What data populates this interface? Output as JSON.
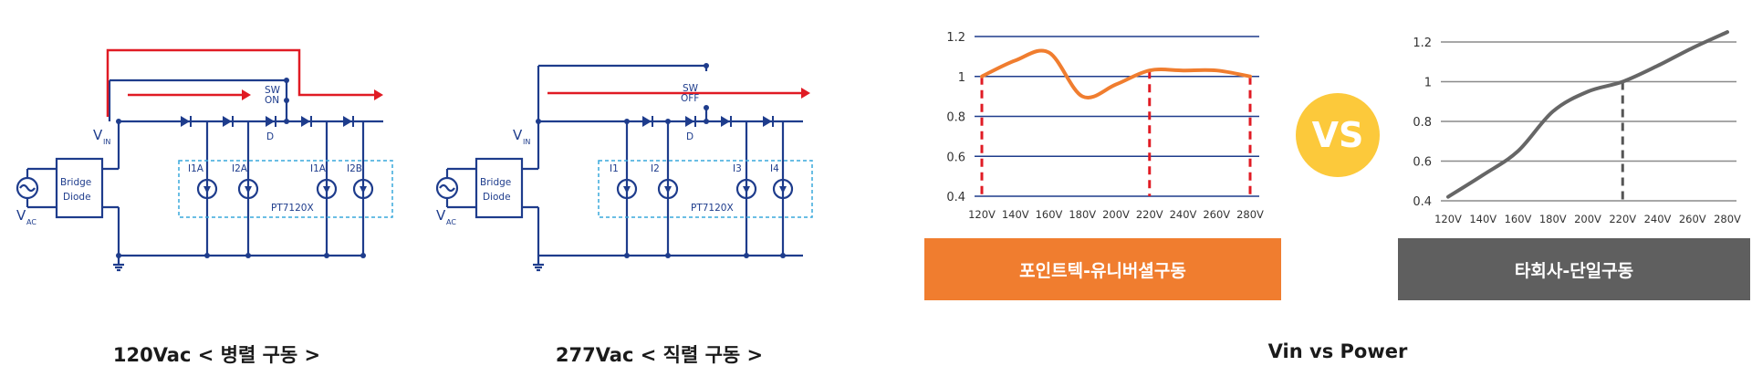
{
  "circuits": [
    {
      "caption": "120Vac < 병렬 구동 >",
      "vin": "V",
      "vin_sub": "IN",
      "vac": "V",
      "vac_sub": "AC",
      "bridge_line1": "Bridge",
      "bridge_line2": "Diode",
      "switch_label_1": "SW",
      "switch_label_2": "ON",
      "diode_label": "D",
      "chip": "PT7120X",
      "sources": [
        "I1A",
        "I2A",
        "I1A",
        "I2B"
      ]
    },
    {
      "caption": "277Vac < 직렬 구동 >",
      "vin": "V",
      "vin_sub": "IN",
      "vac": "V",
      "vac_sub": "AC",
      "bridge_line1": "Bridge",
      "bridge_line2": "Diode",
      "switch_label_1": "SW",
      "switch_label_2": "OFF",
      "diode_label": "D",
      "chip": "PT7120X",
      "sources": [
        "I1",
        "I2",
        "I3",
        "I4"
      ]
    }
  ],
  "comparison": {
    "caption": "Vin vs Power",
    "vs_text": "VS",
    "colors": {
      "orange": "#f07d2f",
      "gray": "#5f5f5f",
      "vs_badge": "#fcc93b",
      "red_dash": "#e01b24",
      "circuit_blue": "#1e3c8c",
      "arrow_red": "#e01b24"
    }
  },
  "chart_data": [
    {
      "type": "line",
      "x": [
        "120V",
        "140V",
        "160V",
        "180V",
        "200V",
        "220V",
        "240V",
        "260V",
        "280V"
      ],
      "yticks": [
        "1.2",
        "1",
        "0.8",
        "0.6",
        "0.4"
      ],
      "ylim": [
        0.4,
        1.2
      ],
      "series": [
        {
          "values": [
            1.0,
            1.08,
            1.12,
            0.9,
            0.96,
            1.03,
            1.03,
            1.03,
            1.0
          ]
        }
      ],
      "markers_at": [
        "120V",
        "220V",
        "280V"
      ],
      "banner": "포인트텍-유니버셜구동"
    },
    {
      "type": "line",
      "x": [
        "120V",
        "140V",
        "160V",
        "180V",
        "200V",
        "220V",
        "240V",
        "260V",
        "280V"
      ],
      "yticks": [
        "1.2",
        "1",
        "0.8",
        "0.6",
        "0.4"
      ],
      "ylim": [
        0.4,
        1.2
      ],
      "series": [
        {
          "values": [
            0.42,
            0.53,
            0.65,
            0.85,
            0.95,
            1.0,
            1.08,
            1.17,
            1.25
          ]
        }
      ],
      "markers_at": [
        "220V"
      ],
      "banner": "타회사-단일구동"
    }
  ]
}
